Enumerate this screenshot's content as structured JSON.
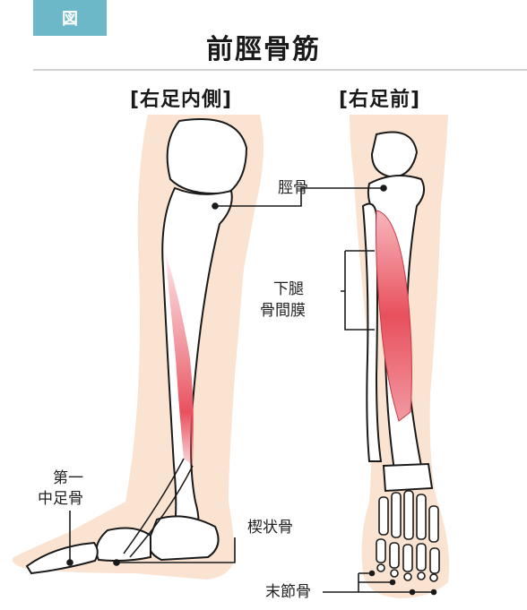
{
  "figure_tag": "図",
  "title": "前脛骨筋",
  "views": {
    "medial": "[右足内側]",
    "front": "[右足前]"
  },
  "labels": {
    "tibia": "脛骨",
    "interosseous_1": "下腿",
    "interosseous_2": "骨間膜",
    "first_metatarsal_1": "第一",
    "first_metatarsal_2": "中足骨",
    "cuneiform": "楔状骨",
    "distal_phalanges": "末節骨"
  },
  "colors": {
    "tab": "#6cb8c9",
    "skin": "#fbe3d2",
    "muscle": "#e8505d",
    "bone_outline": "#1a1a1a"
  }
}
